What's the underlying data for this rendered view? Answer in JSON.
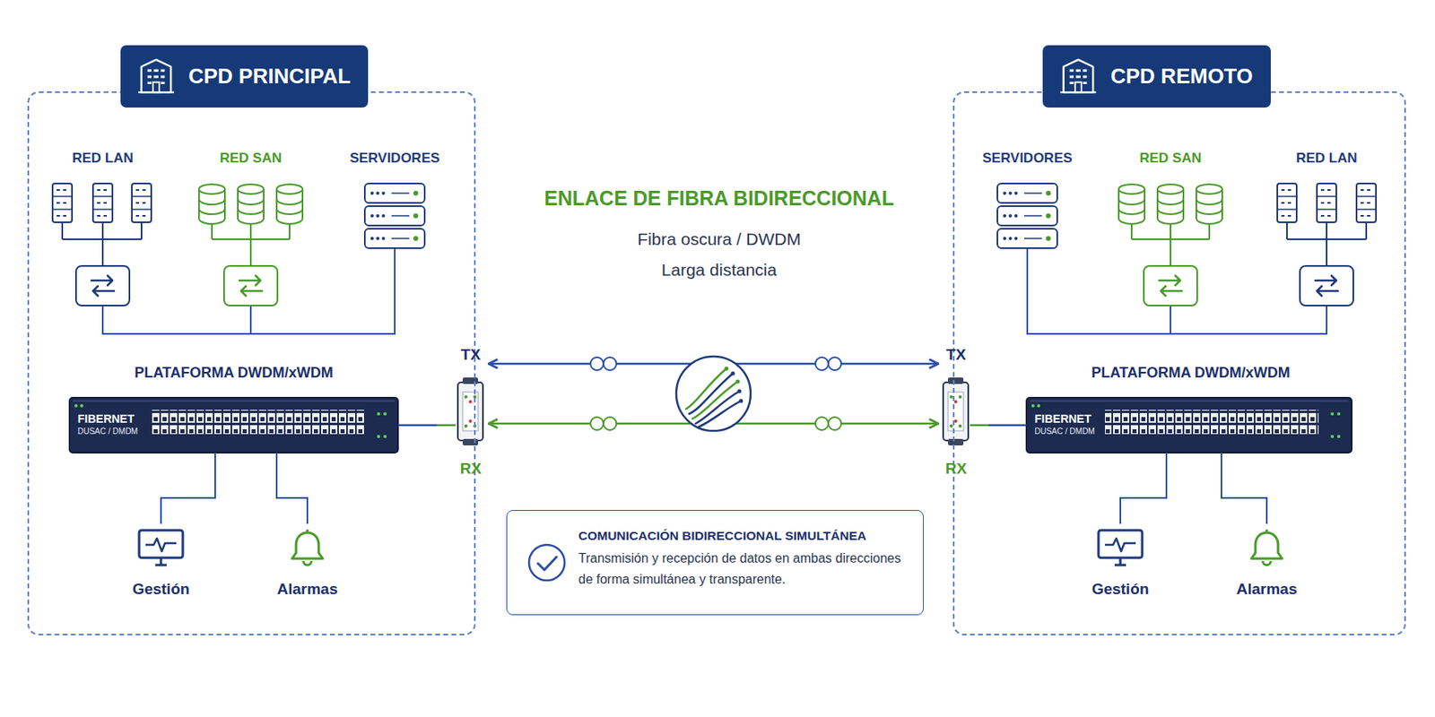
{
  "diagram": {
    "nodes": [
      {
        "text": [
          "CPD PRINCIPAL"
        ]
      },
      {
        "text": [
          "RED LAN"
        ],
        "in": 0
      },
      {
        "text": [
          "RED SAN"
        ],
        "in": 0
      },
      {
        "text": [
          "SERVIDORES"
        ],
        "in": 0
      },
      {
        "text": [
          "PLATAFORMA DWDM/xWDM",
          "FIBERNET",
          "DUSAC / DMDM"
        ],
        "in": 0
      },
      {
        "text": [
          "Gestión"
        ],
        "in": 0
      },
      {
        "text": [
          "Alarmas"
        ],
        "in": 0
      },
      {
        "text": [
          "CPD REMOTO"
        ]
      },
      {
        "text": [
          "SERVIDORES"
        ],
        "in": 7
      },
      {
        "text": [
          "RED SAN"
        ],
        "in": 7
      },
      {
        "text": [
          "RED LAN"
        ],
        "in": 7
      },
      {
        "text": [
          "PLATAFORMA DWDM/xWDM",
          "FIBERNET",
          "DUSAC / DMDM"
        ],
        "in": 7
      },
      {
        "text": [
          "Gestión"
        ],
        "in": 7
      },
      {
        "text": [
          "Alarmas"
        ],
        "in": 7
      },
      {
        "text": [
          "COMUNICACIÓN BIDIRECCIONAL SIMULTÁNEA",
          "Transmisión y recepción de datos en ambas direcciones de forma simultánea y transparente."
        ]
      }
    ],
    "edges": [
      {
        "from": 1,
        "to": 2,
        "arrow": "none"
      },
      {
        "from": 2,
        "to": 3,
        "arrow": "none"
      },
      {
        "from": 4,
        "to": 5,
        "arrow": "none"
      },
      {
        "from": 4,
        "to": 6,
        "arrow": "none"
      },
      {
        "from": 8,
        "to": 9,
        "arrow": "none"
      },
      {
        "from": 9,
        "to": 10,
        "arrow": "none"
      },
      {
        "from": 11,
        "to": 12,
        "arrow": "none"
      },
      {
        "from": 11,
        "to": 13,
        "arrow": "none"
      },
      {
        "from": 4,
        "to": 11,
        "arrow": "both"
      },
      {
        "from": 4,
        "to": 11,
        "arrow": "both"
      }
    ],
    "labels": [
      "ENLACE DE FIBRA BIDIRECCIONAL",
      "Fibra oscura / DWDM",
      "Larga distancia",
      "TX",
      "RX",
      "TX",
      "RX"
    ]
  }
}
